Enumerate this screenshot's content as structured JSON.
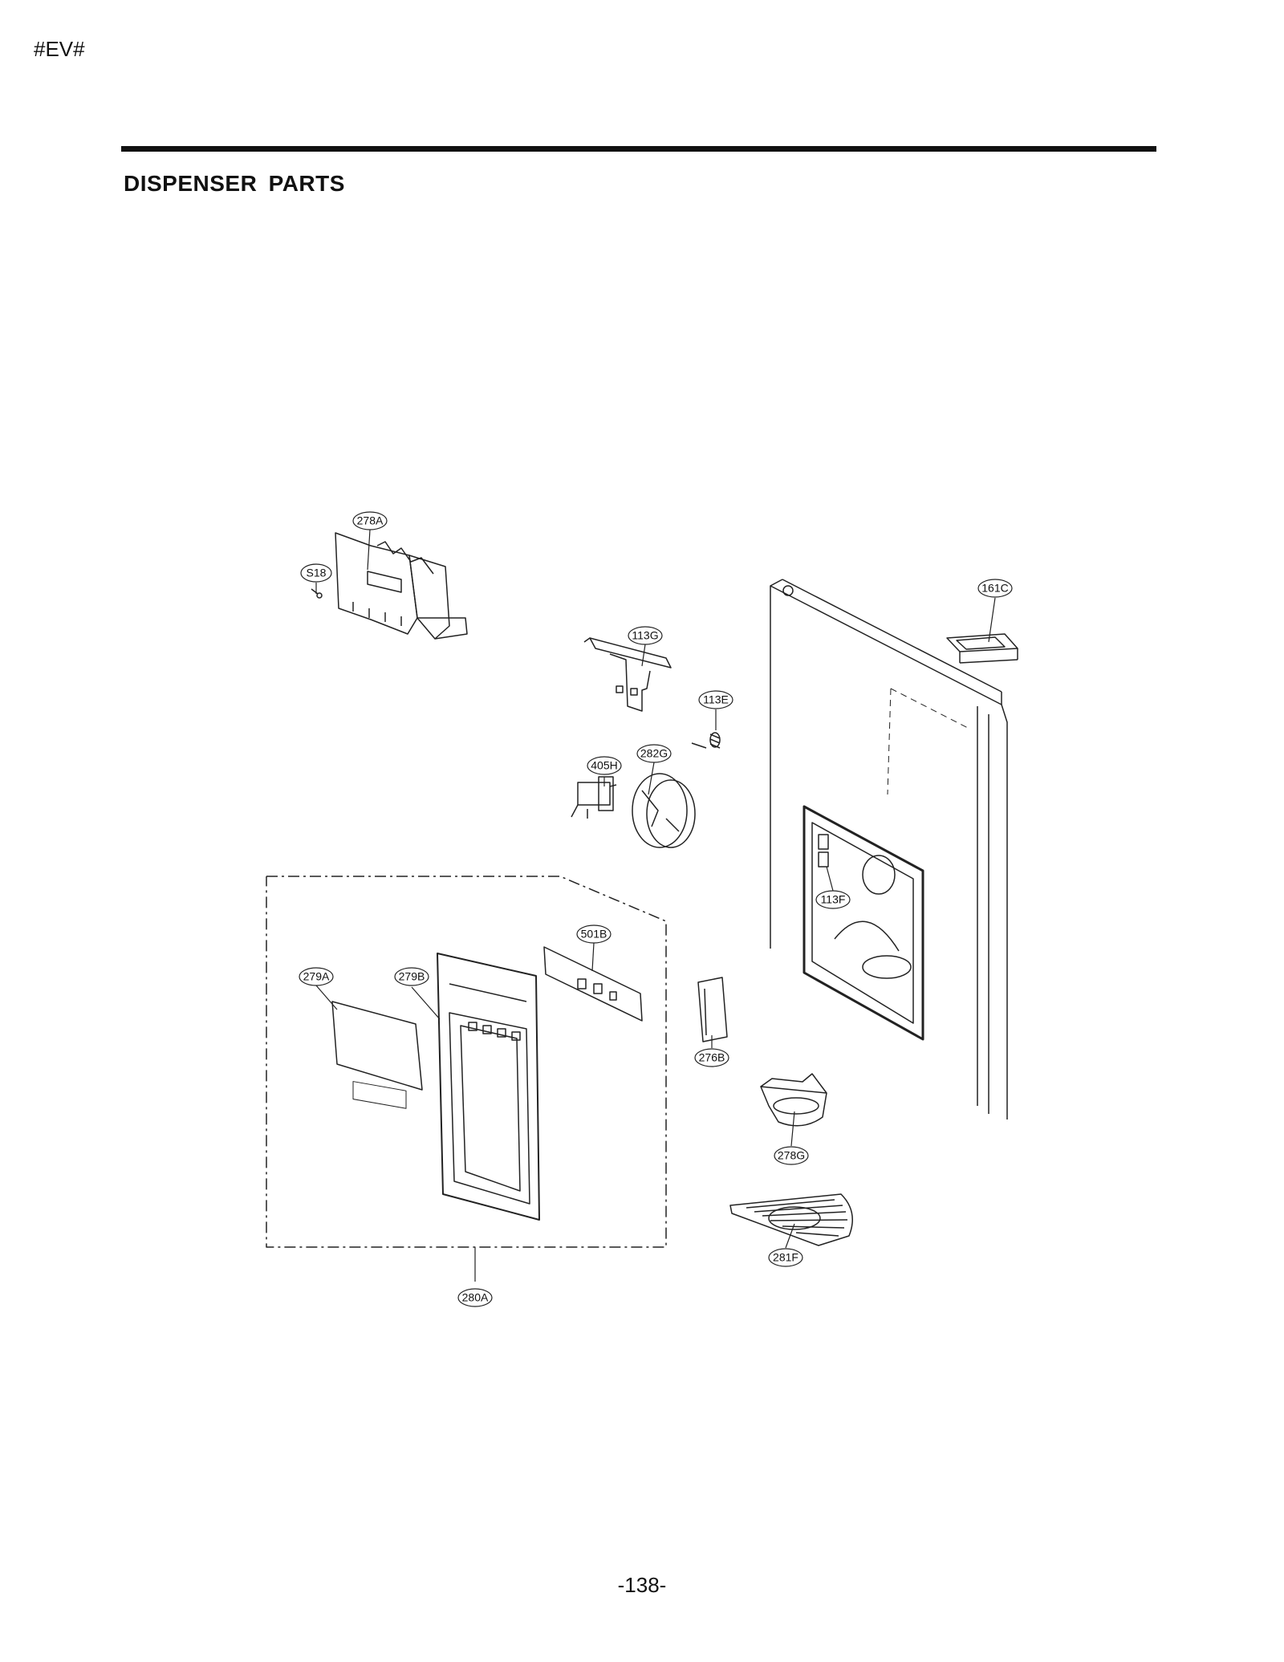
{
  "header": {
    "doc_code": "#EV#"
  },
  "section": {
    "title": "DISPENSER  PARTS"
  },
  "footer": {
    "page_number": "-138-"
  },
  "diagram": {
    "callouts": [
      "278A",
      "S18",
      "161C",
      "113G",
      "113E",
      "405H",
      "282G",
      "113F",
      "501B",
      "279A",
      "279B",
      "276B",
      "278G",
      "281F",
      "280A"
    ]
  }
}
